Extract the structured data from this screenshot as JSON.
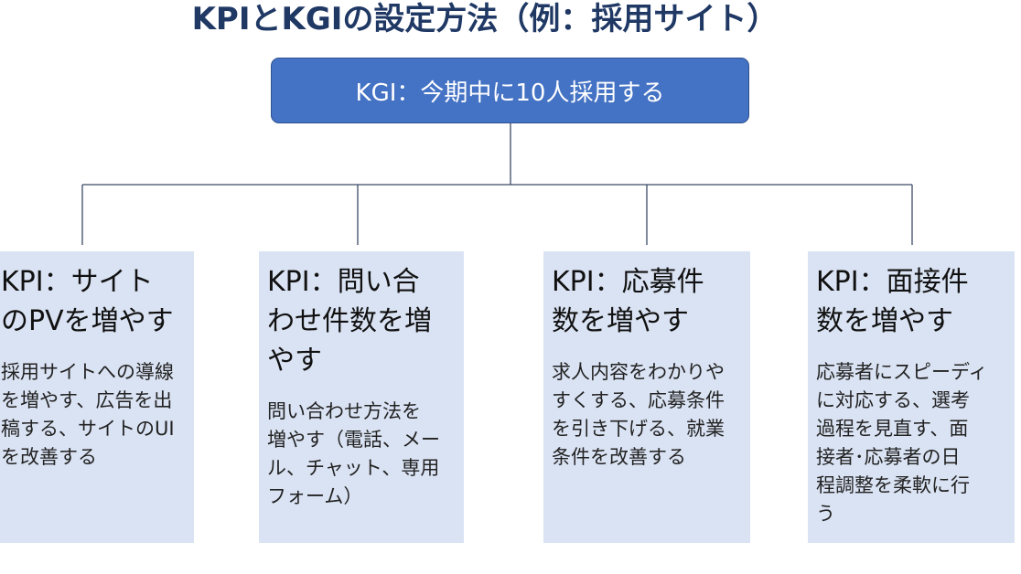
{
  "title": "KPIとKGIの設定方法（例：採用サイト）",
  "kgi": {
    "label": "KGI：今期中に10人採用する"
  },
  "kpis": [
    {
      "title": "KPI：サイト\nのPVを増やす",
      "description": "採用サイトへの導線\nを増やす、広告を出\n稿する、サイトのUI\nを改善する"
    },
    {
      "title": "KPI：問い合\nわせ件数を増\nやす",
      "description": "問い合わせ方法を\n増やす（電話、メー\nル、チャット、専用\nフォーム）"
    },
    {
      "title": "KPI：応募件\n数を増やす",
      "description": "求人内容をわかりや\nすくする、応募条件\nを引き下げる、就業\n条件を改善する"
    },
    {
      "title": "KPI：面接件\n数を増やす",
      "description": "応募者にスピーディ\nに対応する、選考\n過程を見直す、面\n接者･応募者の日\n程調整を柔軟に行\nう"
    }
  ],
  "colors": {
    "title": "#1f3864",
    "kgi_fill": "#4472c4",
    "kgi_border": "#2f528f",
    "kpi_fill": "#dae3f3",
    "connector": "#3b4a66"
  }
}
